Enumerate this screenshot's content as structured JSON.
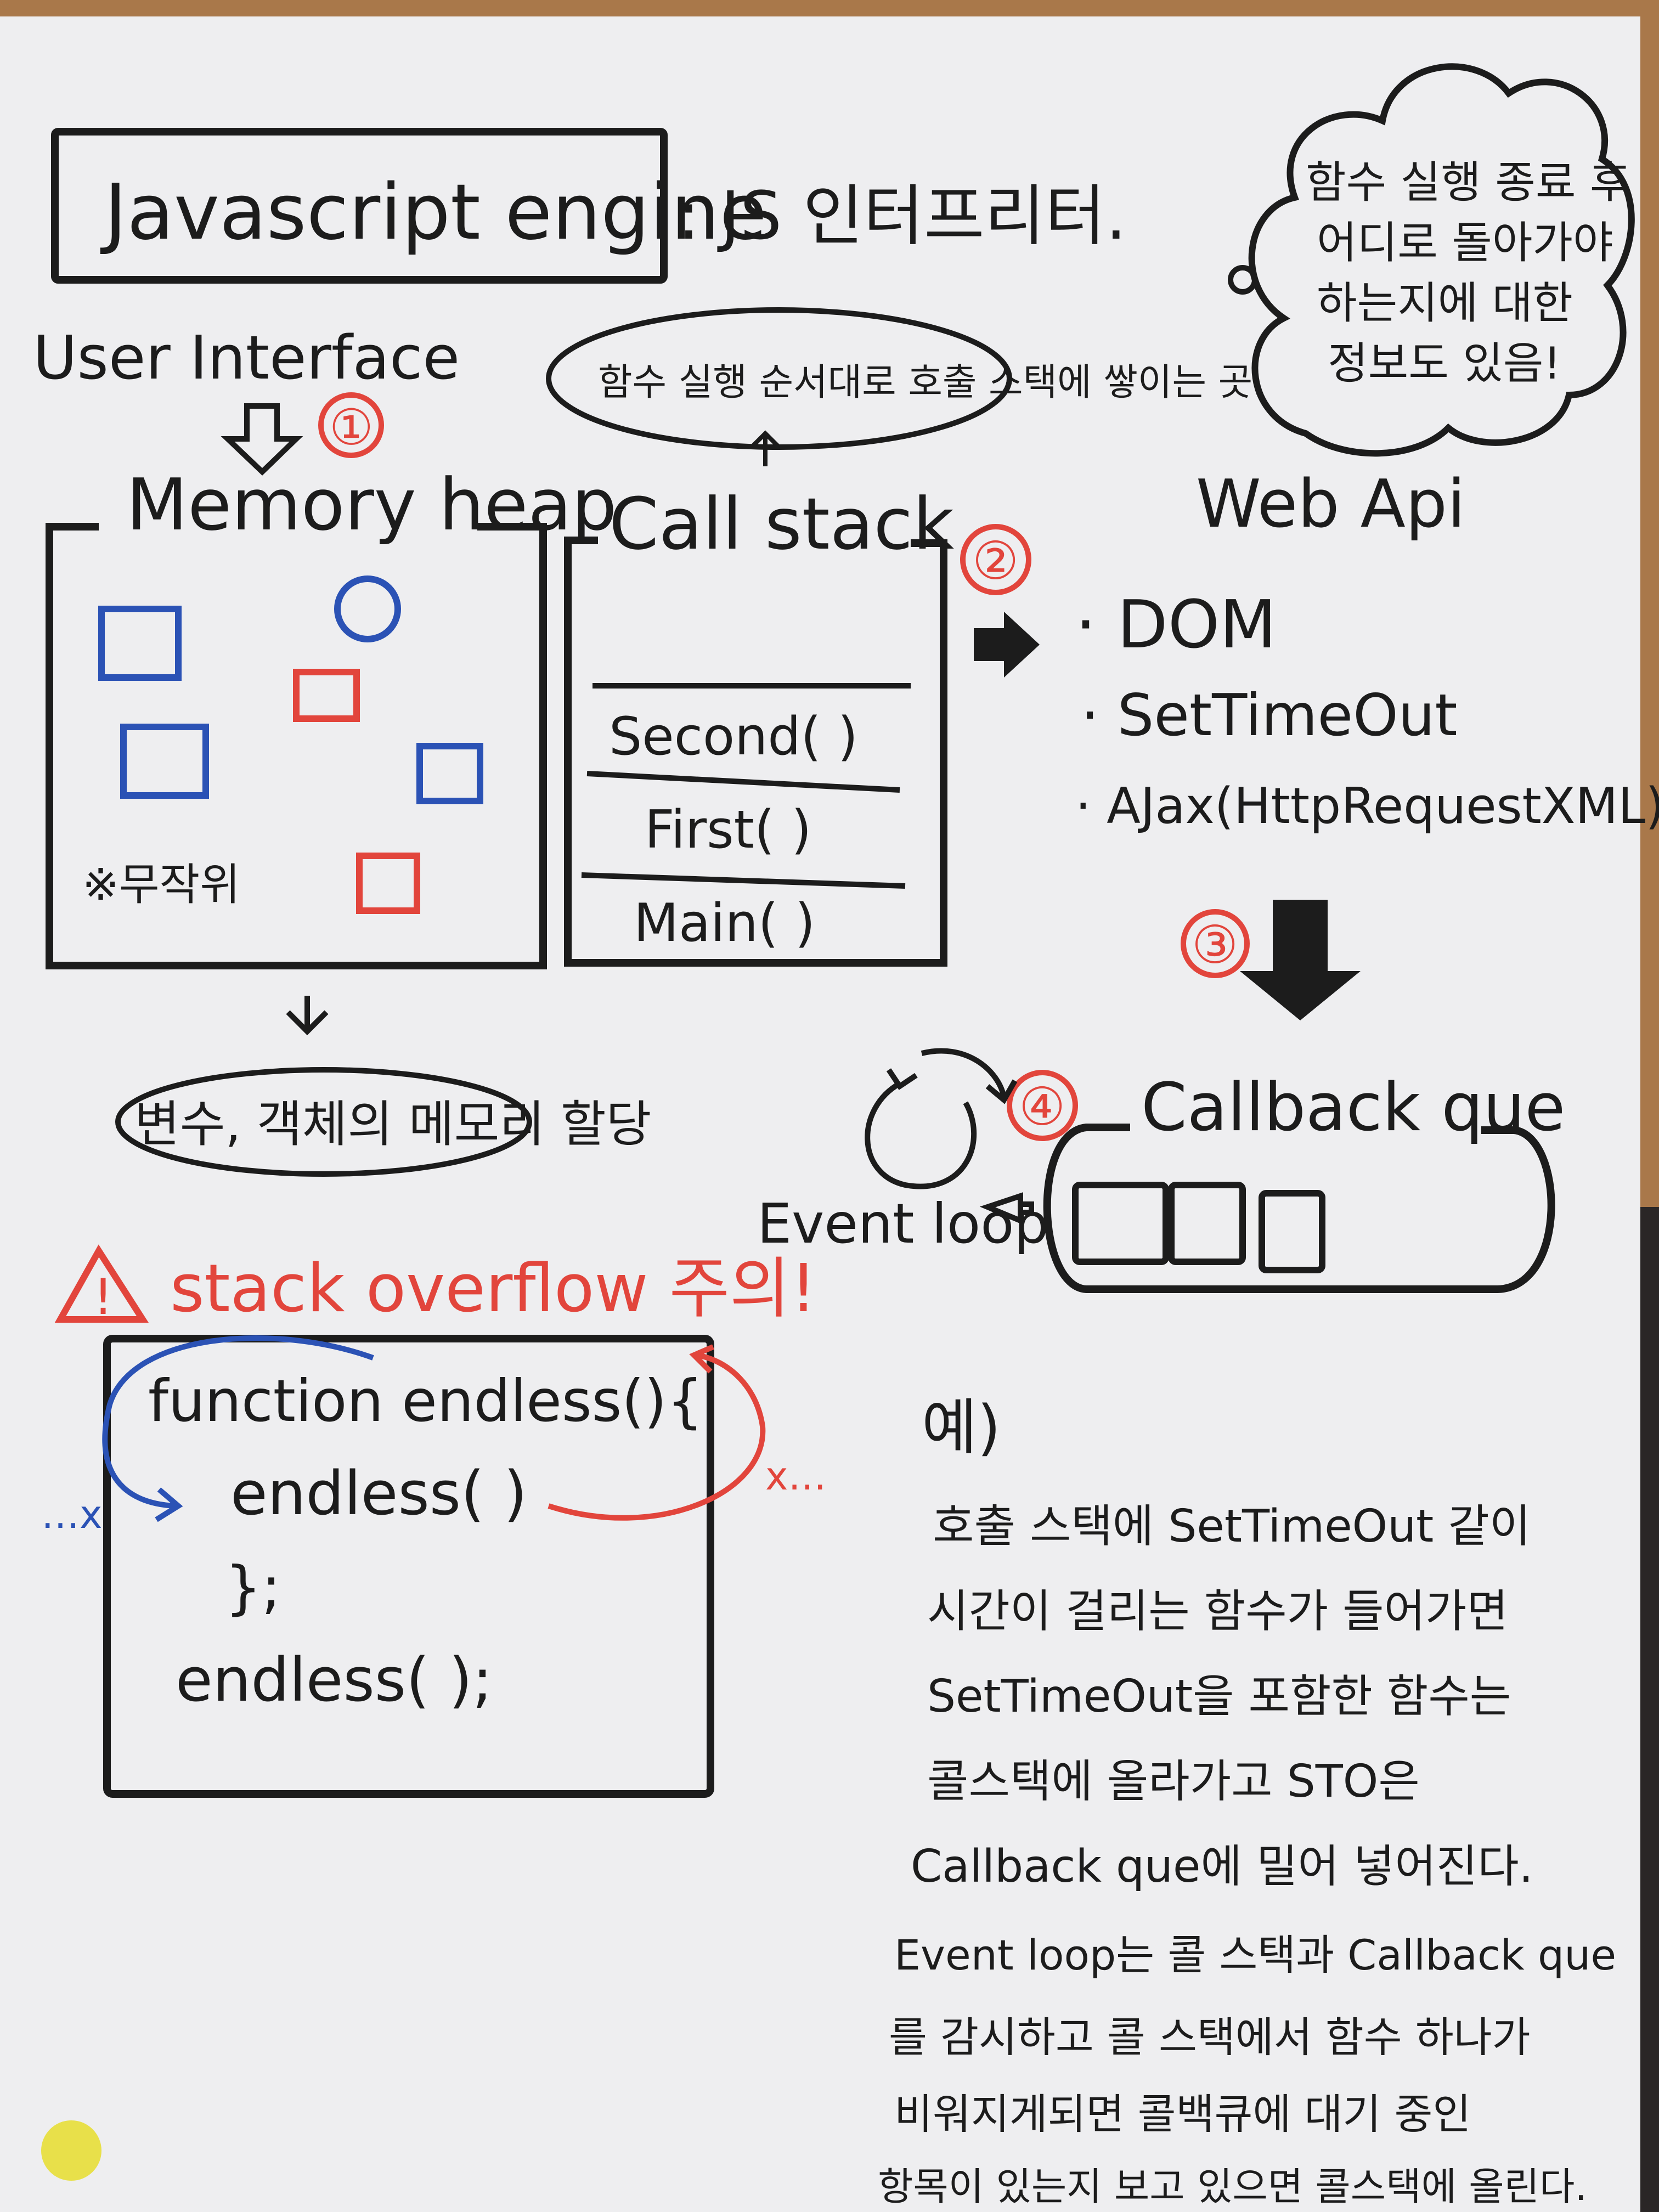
{
  "title": {
    "engine": "Javascript engine",
    "subtitle": ": JS 인터프리터."
  },
  "cloud_note": [
    "함수 실행 종료 후",
    "어디로 돌아가야",
    "하는지에 대한",
    "정보도 있음!"
  ],
  "user_interface": "User Interface",
  "memory_heap": {
    "label": "Memory heap",
    "step": "①",
    "note": "※무작위",
    "bottom_note": "변수, 객체의 메모리 할당"
  },
  "call_stack": {
    "label": "Call stack",
    "step": "②",
    "bubble": "함수 실행 순서대로 호출 스택에 쌓이는 곳.",
    "frames": [
      "Second( )",
      "First( )",
      "Main( )"
    ]
  },
  "web_api": {
    "label": "Web Api",
    "items": [
      "· DOM",
      "· SetTimeOut",
      "· AJax(HttpRequestXML)"
    ]
  },
  "callback_queue": {
    "label": "Callback que",
    "step3": "③",
    "step4": "④"
  },
  "event_loop": "Event loop",
  "warning": {
    "label": "stack overflow 주의!",
    "icon": "!"
  },
  "code": [
    "function endless(){",
    "endless( )",
    "};",
    "endless( );"
  ],
  "code_marks": {
    "left": "…x",
    "right": "x…"
  },
  "example": {
    "heading": "예)",
    "lines": [
      "호출 스택에 SetTimeOut 같이",
      "시간이 걸리는 함수가 들어가면",
      "SetTimeOut을 포함한 함수는",
      "콜스택에 올라가고 STO은",
      "Callback que에 밀어 넣어진다.",
      "Event loop는 콜 스택과 Callback que",
      "를 감시하고 콜 스택에서 함수 하나가",
      "비워지게되면 콜백큐에 대기 중인",
      "항목이 있는지 보고 있으면 콜스택에 올린다."
    ]
  }
}
